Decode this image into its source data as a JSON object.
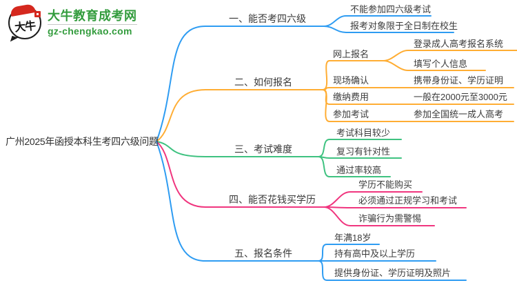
{
  "logo": {
    "symbol": "大牛",
    "title": "大牛教育成考网",
    "url": "gz-chengkao.com"
  },
  "colors": {
    "blue": "#2E9CF2",
    "orange": "#FFAD33",
    "green": "#3EC280",
    "pink": "#F0357E",
    "logo_green": "#339C3D",
    "logo_red": "#D5281E"
  },
  "central": {
    "label": "广州2025年函授本科生考四六级问题"
  },
  "branches": [
    {
      "label": "一、能否考四六级",
      "color": "#2E9CF2",
      "children": [
        {
          "label": "不能参加四六级考试"
        },
        {
          "label": "报考对象限于全日制在校生"
        }
      ]
    },
    {
      "label": "二、如何报名",
      "color": "#FFAD33",
      "children": [
        {
          "label": "网上报名",
          "children": [
            {
              "label": "登录成人高考报名系统"
            },
            {
              "label": "填写个人信息"
            }
          ]
        },
        {
          "label": "现场确认",
          "children": [
            {
              "label": "携带身份证、学历证明"
            }
          ]
        },
        {
          "label": "缴纳费用",
          "children": [
            {
              "label": "一般在2000元至3000元"
            }
          ]
        },
        {
          "label": "参加考试",
          "children": [
            {
              "label": "参加全国统一成人高考"
            }
          ]
        }
      ]
    },
    {
      "label": "三、考试难度",
      "color": "#3EC280",
      "children": [
        {
          "label": "考试科目较少"
        },
        {
          "label": "复习有针对性"
        },
        {
          "label": "通过率较高"
        }
      ]
    },
    {
      "label": "四、能否花钱买学历",
      "color": "#F0357E",
      "children": [
        {
          "label": "学历不能购买"
        },
        {
          "label": "必须通过正规学习和考试"
        },
        {
          "label": "诈骗行为需警惕"
        }
      ]
    },
    {
      "label": "五、报名条件",
      "color": "#2E9CF2",
      "children": [
        {
          "label": "年满18岁"
        },
        {
          "label": "持有高中及以上学历"
        },
        {
          "label": "提供身份证、学历证明及照片"
        }
      ]
    }
  ]
}
